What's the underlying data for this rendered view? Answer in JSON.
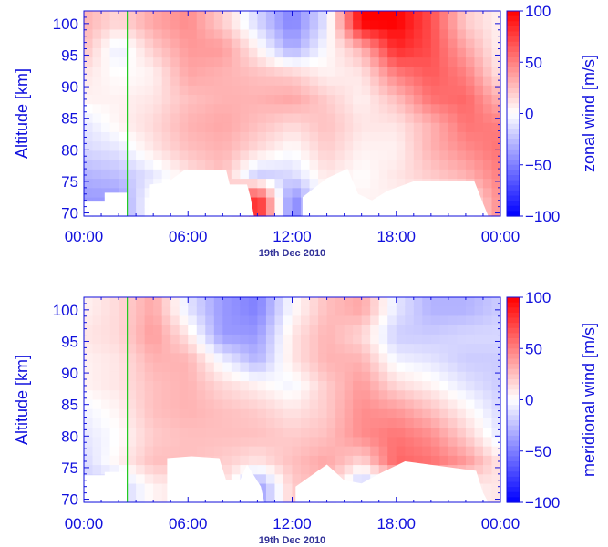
{
  "chart_data": [
    {
      "type": "heatmap",
      "title": "",
      "xlabel": "19th Dec 2010",
      "ylabel": "Altitude [km]",
      "xticks": [
        "00:00",
        "06:00",
        "12:00",
        "18:00",
        "00:00"
      ],
      "xlim": [
        0,
        24
      ],
      "yticks": [
        70,
        75,
        80,
        85,
        90,
        95,
        100
      ],
      "ylim": [
        69.5,
        102
      ],
      "colorbar": {
        "label": "zonal wind [m/s]",
        "ticks": [
          100,
          50,
          0,
          -50,
          -100
        ],
        "range": [
          -100,
          100
        ]
      },
      "marker_line_x": 2.5,
      "z_grid": {
        "hours": [
          0,
          2,
          4,
          6,
          8,
          10,
          12,
          14,
          16,
          18,
          20,
          22,
          24
        ],
        "altitudes": [
          72,
          76,
          80,
          84,
          88,
          92,
          96,
          100
        ],
        "values": [
          [
            -40,
            -40,
            5,
            5,
            5,
            90,
            -50,
            5,
            5,
            5,
            5,
            5,
            45
          ],
          [
            -30,
            -25,
            -10,
            10,
            25,
            -20,
            -15,
            10,
            0,
            10,
            20,
            30,
            50
          ],
          [
            -15,
            -10,
            10,
            25,
            30,
            15,
            0,
            20,
            5,
            5,
            30,
            45,
            55
          ],
          [
            -10,
            5,
            15,
            30,
            35,
            25,
            15,
            25,
            10,
            10,
            30,
            55,
            50
          ],
          [
            5,
            5,
            10,
            25,
            30,
            30,
            35,
            20,
            5,
            25,
            55,
            60,
            30
          ],
          [
            10,
            0,
            5,
            35,
            30,
            25,
            20,
            5,
            10,
            50,
            65,
            50,
            10
          ],
          [
            25,
            -10,
            20,
            40,
            40,
            5,
            -35,
            0,
            30,
            85,
            70,
            35,
            5
          ],
          [
            30,
            15,
            35,
            45,
            20,
            -15,
            -50,
            -10,
            100,
            100,
            70,
            20,
            5
          ]
        ]
      }
    },
    {
      "type": "heatmap",
      "title": "",
      "xlabel": "19th Dec 2010",
      "ylabel": "Altitude [km]",
      "xticks": [
        "00:00",
        "06:00",
        "12:00",
        "18:00",
        "00:00"
      ],
      "xlim": [
        0,
        24
      ],
      "yticks": [
        70,
        75,
        80,
        85,
        90,
        95,
        100
      ],
      "ylim": [
        69.5,
        102
      ],
      "colorbar": {
        "label": "meridional wind [m/s]",
        "ticks": [
          100,
          50,
          0,
          -50,
          -100
        ],
        "range": [
          -100,
          100
        ]
      },
      "marker_line_x": 2.5,
      "z_grid": {
        "hours": [
          0,
          2,
          4,
          6,
          8,
          10,
          12,
          14,
          16,
          18,
          20,
          22,
          24
        ],
        "altitudes": [
          72,
          76,
          80,
          84,
          88,
          92,
          96,
          100
        ],
        "values": [
          [
            -20,
            -20,
            5,
            10,
            15,
            -40,
            20,
            30,
            -30,
            5,
            5,
            5,
            10
          ],
          [
            -15,
            5,
            25,
            25,
            20,
            10,
            25,
            35,
            15,
            60,
            55,
            40,
            10
          ],
          [
            -10,
            0,
            20,
            25,
            25,
            25,
            20,
            25,
            45,
            55,
            45,
            20,
            -10
          ],
          [
            -5,
            5,
            25,
            30,
            25,
            20,
            10,
            20,
            45,
            40,
            25,
            5,
            -15
          ],
          [
            5,
            10,
            25,
            30,
            15,
            5,
            -5,
            20,
            40,
            15,
            5,
            -10,
            -20
          ],
          [
            5,
            10,
            30,
            30,
            -5,
            -30,
            10,
            30,
            30,
            -5,
            -10,
            -20,
            -20
          ],
          [
            10,
            15,
            40,
            10,
            -40,
            -40,
            10,
            30,
            15,
            -20,
            -20,
            -15,
            -15
          ],
          [
            5,
            15,
            35,
            -10,
            -40,
            -50,
            0,
            25,
            35,
            -10,
            -30,
            -30,
            -20
          ]
        ]
      }
    }
  ]
}
